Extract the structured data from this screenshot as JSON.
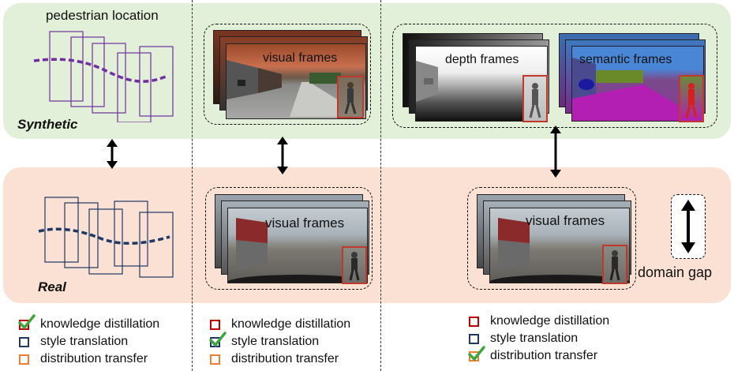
{
  "labels": {
    "pedestrian_location": "pedestrian location",
    "synthetic": "Synthetic",
    "real": "Real",
    "domain_gap": "domain gap"
  },
  "synthetic": {
    "visual_frames": "visual frames",
    "depth_frames": "depth frames",
    "semantic_frames": "semantic frames"
  },
  "real_panel": {
    "visual_frames_1": "visual frames",
    "visual_frames_2": "visual frames"
  },
  "legends": [
    {
      "items": [
        {
          "label": "knowledge distillation",
          "color": "#c00000",
          "checked": true
        },
        {
          "label": "style translation",
          "color": "#1f3864",
          "checked": false
        },
        {
          "label": "distribution transfer",
          "color": "#ed7d31",
          "checked": false
        }
      ]
    },
    {
      "items": [
        {
          "label": "knowledge distillation",
          "color": "#c00000",
          "checked": false
        },
        {
          "label": "style translation",
          "color": "#1f3864",
          "checked": true
        },
        {
          "label": "distribution transfer",
          "color": "#ed7d31",
          "checked": false
        }
      ]
    },
    {
      "items": [
        {
          "label": "knowledge distillation",
          "color": "#c00000",
          "checked": false
        },
        {
          "label": "style translation",
          "color": "#1f3864",
          "checked": false
        },
        {
          "label": "distribution transfer",
          "color": "#ed7d31",
          "checked": true
        }
      ]
    }
  ],
  "colors": {
    "synthetic_band": "#e2efd9",
    "real_band": "#fbe1d3",
    "synthetic_track": "#7030a0",
    "real_track": "#1f3864",
    "check": "#3fa63f"
  }
}
